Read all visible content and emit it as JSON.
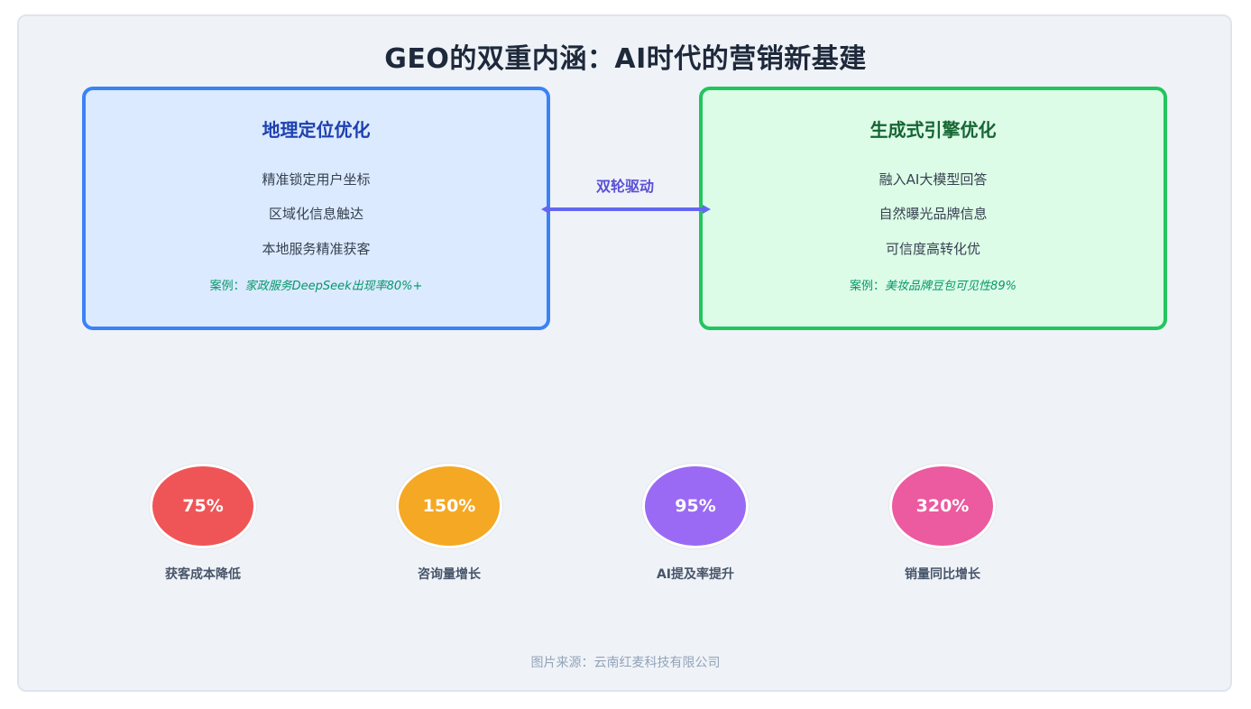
{
  "title": "GEO的双重内涵：AI时代的营销新基建",
  "left_card": {
    "title": "地理定位优化",
    "items": [
      "精准锁定用户坐标",
      "区域化信息触达",
      "本地服务精准获客"
    ],
    "case_prefix": "案例：",
    "case_body": "家政服务DeepSeek出现率80%+",
    "accent": "#3b82f6",
    "fill": "#dbeafe"
  },
  "right_card": {
    "title": "生成式引擎优化",
    "items": [
      "融入AI大模型回答",
      "自然曝光品牌信息",
      "可信度高转化优"
    ],
    "case_prefix": "案例：",
    "case_body": "美妆品牌豆包可见性89%",
    "accent": "#22c55e",
    "fill": "#dcfce7"
  },
  "link": {
    "label": "双轮驱动",
    "color": "#6366f1"
  },
  "stats": [
    {
      "value": "75%",
      "label": "获客成本降低",
      "color": "#ef5557"
    },
    {
      "value": "150%",
      "label": "咨询量增长",
      "color": "#f4a823"
    },
    {
      "value": "95%",
      "label": "AI提及率提升",
      "color": "#9a6af4"
    },
    {
      "value": "320%",
      "label": "销量同比增长",
      "color": "#ec5a9f"
    }
  ],
  "source": "图片来源：云南红麦科技有限公司"
}
